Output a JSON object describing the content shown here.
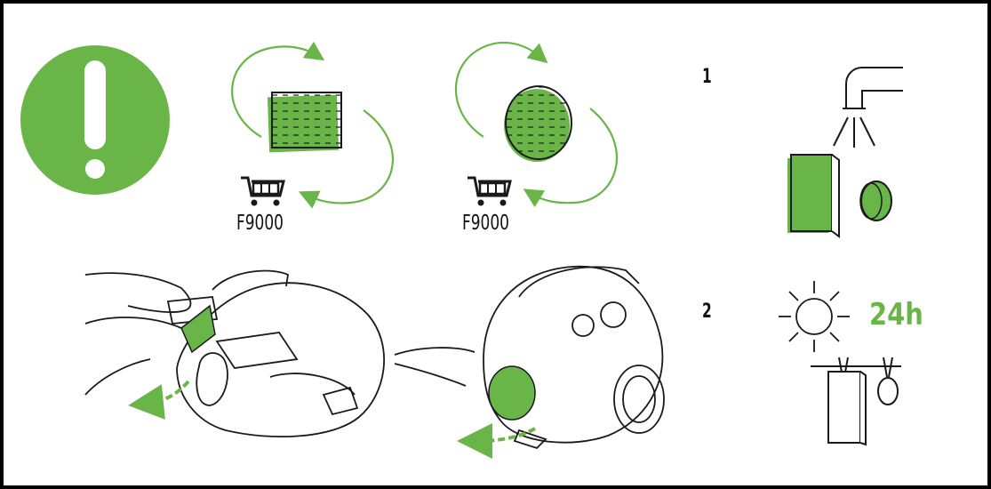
{
  "colors": {
    "accent": "#6ab547",
    "line": "#1a1a1a",
    "light_green": "#8cc866"
  },
  "filters": [
    {
      "shape": "rectangular",
      "code": "F9000",
      "icon": "shopping-cart-icon"
    },
    {
      "shape": "round",
      "code": "F9000",
      "icon": "shopping-cart-icon"
    }
  ],
  "steps": [
    {
      "number": "1",
      "icon": "water-tap-icon"
    },
    {
      "number": "2",
      "icon": "sun-icon",
      "duration": "24h"
    }
  ],
  "warning_icon": "exclamation-icon"
}
